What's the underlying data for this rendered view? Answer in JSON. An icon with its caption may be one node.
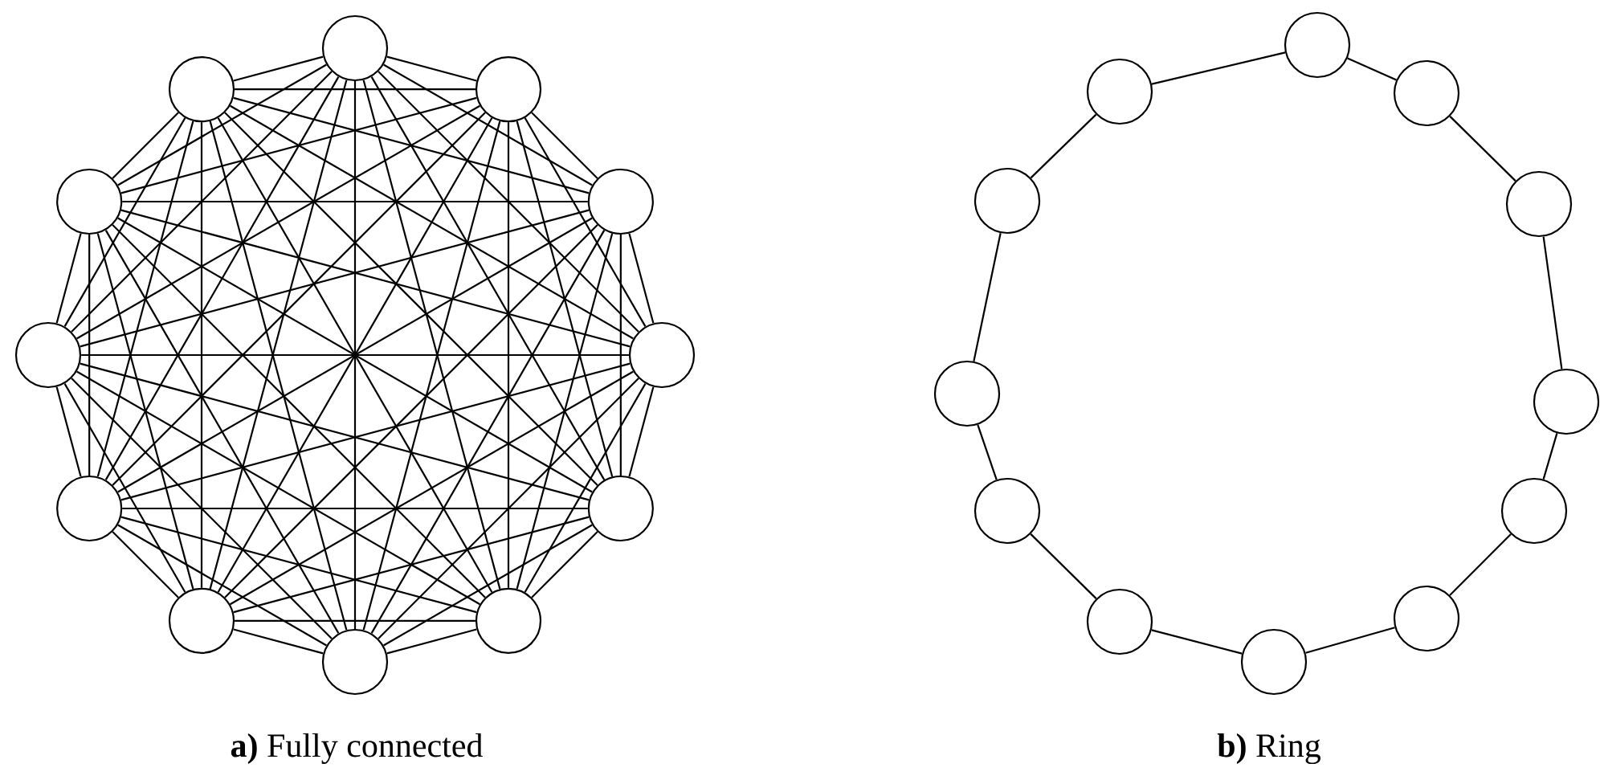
{
  "diagram": {
    "nodes": [
      {
        "text": [],
        "shape": "circle"
      },
      {
        "text": [],
        "shape": "circle"
      },
      {
        "text": [],
        "shape": "circle"
      },
      {
        "text": [],
        "shape": "circle"
      },
      {
        "text": [],
        "shape": "circle"
      },
      {
        "text": [],
        "shape": "circle"
      },
      {
        "text": [],
        "shape": "circle"
      },
      {
        "text": [],
        "shape": "circle"
      },
      {
        "text": [],
        "shape": "circle"
      },
      {
        "text": [],
        "shape": "circle"
      },
      {
        "text": [],
        "shape": "circle"
      },
      {
        "text": [],
        "shape": "circle"
      },
      {
        "text": [],
        "shape": "circle"
      },
      {
        "text": [],
        "shape": "circle"
      },
      {
        "text": [],
        "shape": "circle"
      },
      {
        "text": [],
        "shape": "circle"
      },
      {
        "text": [],
        "shape": "circle"
      },
      {
        "text": [],
        "shape": "circle"
      },
      {
        "text": [],
        "shape": "circle"
      },
      {
        "text": [],
        "shape": "circle"
      },
      {
        "text": [],
        "shape": "circle"
      },
      {
        "text": [],
        "shape": "circle"
      },
      {
        "text": [],
        "shape": "circle"
      },
      {
        "text": [],
        "shape": "circle"
      }
    ],
    "edges": [
      {
        "from": 0,
        "to": 1,
        "arrow": "none"
      },
      {
        "from": 0,
        "to": 2,
        "arrow": "none"
      },
      {
        "from": 0,
        "to": 3,
        "arrow": "none"
      },
      {
        "from": 0,
        "to": 4,
        "arrow": "none"
      },
      {
        "from": 0,
        "to": 5,
        "arrow": "none"
      },
      {
        "from": 0,
        "to": 6,
        "arrow": "none"
      },
      {
        "from": 0,
        "to": 7,
        "arrow": "none"
      },
      {
        "from": 0,
        "to": 8,
        "arrow": "none"
      },
      {
        "from": 0,
        "to": 9,
        "arrow": "none"
      },
      {
        "from": 0,
        "to": 10,
        "arrow": "none"
      },
      {
        "from": 0,
        "to": 11,
        "arrow": "none"
      },
      {
        "from": 1,
        "to": 2,
        "arrow": "none"
      },
      {
        "from": 1,
        "to": 3,
        "arrow": "none"
      },
      {
        "from": 1,
        "to": 4,
        "arrow": "none"
      },
      {
        "from": 1,
        "to": 5,
        "arrow": "none"
      },
      {
        "from": 1,
        "to": 6,
        "arrow": "none"
      },
      {
        "from": 1,
        "to": 7,
        "arrow": "none"
      },
      {
        "from": 1,
        "to": 8,
        "arrow": "none"
      },
      {
        "from": 1,
        "to": 9,
        "arrow": "none"
      },
      {
        "from": 1,
        "to": 10,
        "arrow": "none"
      },
      {
        "from": 1,
        "to": 11,
        "arrow": "none"
      },
      {
        "from": 2,
        "to": 3,
        "arrow": "none"
      },
      {
        "from": 2,
        "to": 4,
        "arrow": "none"
      },
      {
        "from": 2,
        "to": 5,
        "arrow": "none"
      },
      {
        "from": 2,
        "to": 6,
        "arrow": "none"
      },
      {
        "from": 2,
        "to": 7,
        "arrow": "none"
      },
      {
        "from": 2,
        "to": 8,
        "arrow": "none"
      },
      {
        "from": 2,
        "to": 9,
        "arrow": "none"
      },
      {
        "from": 2,
        "to": 10,
        "arrow": "none"
      },
      {
        "from": 2,
        "to": 11,
        "arrow": "none"
      },
      {
        "from": 3,
        "to": 4,
        "arrow": "none"
      },
      {
        "from": 3,
        "to": 5,
        "arrow": "none"
      },
      {
        "from": 3,
        "to": 6,
        "arrow": "none"
      },
      {
        "from": 3,
        "to": 7,
        "arrow": "none"
      },
      {
        "from": 3,
        "to": 8,
        "arrow": "none"
      },
      {
        "from": 3,
        "to": 9,
        "arrow": "none"
      },
      {
        "from": 3,
        "to": 10,
        "arrow": "none"
      },
      {
        "from": 3,
        "to": 11,
        "arrow": "none"
      },
      {
        "from": 4,
        "to": 5,
        "arrow": "none"
      },
      {
        "from": 4,
        "to": 6,
        "arrow": "none"
      },
      {
        "from": 4,
        "to": 7,
        "arrow": "none"
      },
      {
        "from": 4,
        "to": 8,
        "arrow": "none"
      },
      {
        "from": 4,
        "to": 9,
        "arrow": "none"
      },
      {
        "from": 4,
        "to": 10,
        "arrow": "none"
      },
      {
        "from": 4,
        "to": 11,
        "arrow": "none"
      },
      {
        "from": 5,
        "to": 6,
        "arrow": "none"
      },
      {
        "from": 5,
        "to": 7,
        "arrow": "none"
      },
      {
        "from": 5,
        "to": 8,
        "arrow": "none"
      },
      {
        "from": 5,
        "to": 9,
        "arrow": "none"
      },
      {
        "from": 5,
        "to": 10,
        "arrow": "none"
      },
      {
        "from": 5,
        "to": 11,
        "arrow": "none"
      },
      {
        "from": 6,
        "to": 7,
        "arrow": "none"
      },
      {
        "from": 6,
        "to": 8,
        "arrow": "none"
      },
      {
        "from": 6,
        "to": 9,
        "arrow": "none"
      },
      {
        "from": 6,
        "to": 10,
        "arrow": "none"
      },
      {
        "from": 6,
        "to": 11,
        "arrow": "none"
      },
      {
        "from": 7,
        "to": 8,
        "arrow": "none"
      },
      {
        "from": 7,
        "to": 9,
        "arrow": "none"
      },
      {
        "from": 7,
        "to": 10,
        "arrow": "none"
      },
      {
        "from": 7,
        "to": 11,
        "arrow": "none"
      },
      {
        "from": 8,
        "to": 9,
        "arrow": "none"
      },
      {
        "from": 8,
        "to": 10,
        "arrow": "none"
      },
      {
        "from": 8,
        "to": 11,
        "arrow": "none"
      },
      {
        "from": 9,
        "to": 10,
        "arrow": "none"
      },
      {
        "from": 9,
        "to": 11,
        "arrow": "none"
      },
      {
        "from": 10,
        "to": 11,
        "arrow": "none"
      },
      {
        "from": 12,
        "to": 13,
        "arrow": "none"
      },
      {
        "from": 13,
        "to": 14,
        "arrow": "none"
      },
      {
        "from": 14,
        "to": 15,
        "arrow": "none"
      },
      {
        "from": 15,
        "to": 16,
        "arrow": "none"
      },
      {
        "from": 16,
        "to": 17,
        "arrow": "none"
      },
      {
        "from": 17,
        "to": 18,
        "arrow": "none"
      },
      {
        "from": 18,
        "to": 19,
        "arrow": "none"
      },
      {
        "from": 19,
        "to": 20,
        "arrow": "none"
      },
      {
        "from": 20,
        "to": 21,
        "arrow": "none"
      },
      {
        "from": 21,
        "to": 22,
        "arrow": "none"
      },
      {
        "from": 22,
        "to": 23,
        "arrow": "none"
      },
      {
        "from": 23,
        "to": 12,
        "arrow": "none"
      }
    ],
    "labels": [
      "**a)** Fully connected",
      "**b)** Ring"
    ]
  }
}
